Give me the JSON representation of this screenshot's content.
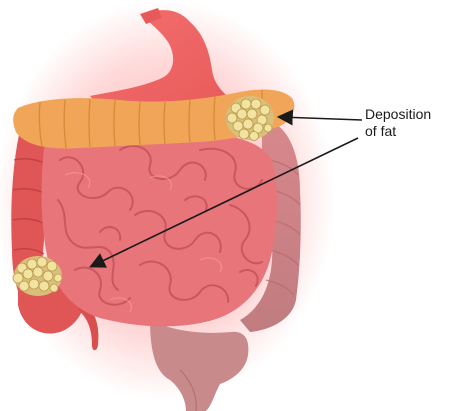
{
  "annotation": {
    "label_line1": "Deposition",
    "label_line2": "of fat"
  },
  "colors": {
    "stomach": "#f26a6a",
    "small_intestine": "#e8757a",
    "colon_orange": "#f0a558",
    "colon_red": "#e05555",
    "colon_mauve": "#c98a8c",
    "fat_globule": "#f3e3a0",
    "glow": "#ff6b6b",
    "arrow": "#1a1a1a"
  },
  "icons": [
    "stomach-illustration",
    "small-intestine-illustration",
    "colon-illustration",
    "fat-deposit-cluster"
  ]
}
